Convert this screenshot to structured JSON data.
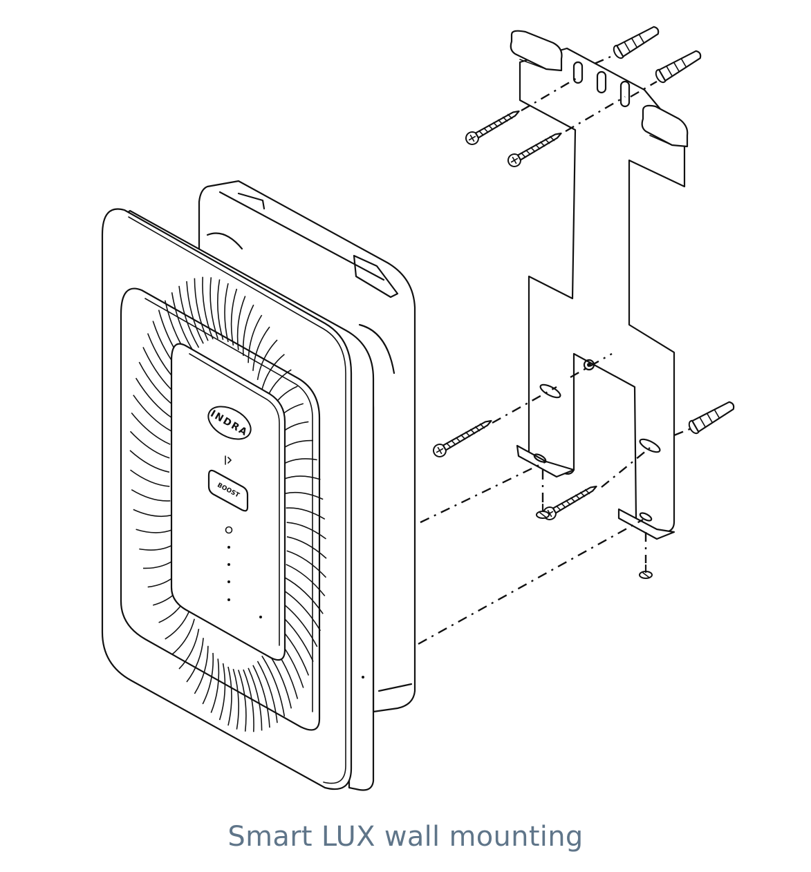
{
  "caption": "Smart LUX wall mounting",
  "device": {
    "brand_logo_text": "INDRA",
    "button_label": "BOOST"
  },
  "colors": {
    "caption": "#5f7589",
    "line_art": "#111111",
    "background": "#ffffff"
  }
}
